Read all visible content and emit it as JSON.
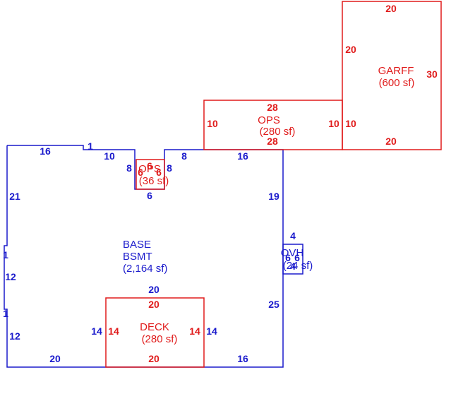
{
  "colors": {
    "base": "#1a1acc",
    "addition": "#e01b1b"
  },
  "areas": {
    "base": {
      "name1": "BASE",
      "name2": "BSMT",
      "area": "(2,164 sf)"
    },
    "deck": {
      "name": "DECK",
      "area": "(280 sf)"
    },
    "ops": {
      "name": "OPS",
      "area": "(280 sf)"
    },
    "garff": {
      "name": "GARFF",
      "area": "(600 sf)"
    },
    "ops_small": {
      "name": "OPS",
      "area": "(36 sf)"
    },
    "ovh": {
      "name": "OVH",
      "area": "(24 sf)"
    }
  },
  "dims": {
    "base_top_left": "16",
    "base_step": "1",
    "base_top_mid": "10",
    "base_notch_left": "8",
    "base_notch_right": "8",
    "base_notch_bottom": "6",
    "base_top_right_a": "8",
    "base_top_right_b": "16",
    "base_left_upper": "21",
    "base_left_jog_1": "1",
    "base_left_mid": "12",
    "base_left_jog_2": "1",
    "base_left_lower": "12",
    "base_bottom_left": "20",
    "base_bottom_right": "16",
    "base_right_upper": "19",
    "base_right_lower": "25",
    "base_deck_top": "20",
    "base_deck_left": "14",
    "base_deck_right": "14",
    "deck_top": "20",
    "deck_bottom": "20",
    "deck_left": "14",
    "deck_right": "14",
    "ops_top": "28",
    "ops_bottom": "28",
    "ops_left": "10",
    "ops_right": "10",
    "garff_top": "20",
    "garff_bottom": "20",
    "garff_left": "20",
    "garff_right": "30",
    "garff_lower_left": "10",
    "ops_small_top": "6",
    "ops_small_left": "6",
    "ops_small_right": "6",
    "ovh_top": "4",
    "ovh_left": "6",
    "ovh_right": "6",
    "ovh_bottom": "4"
  }
}
